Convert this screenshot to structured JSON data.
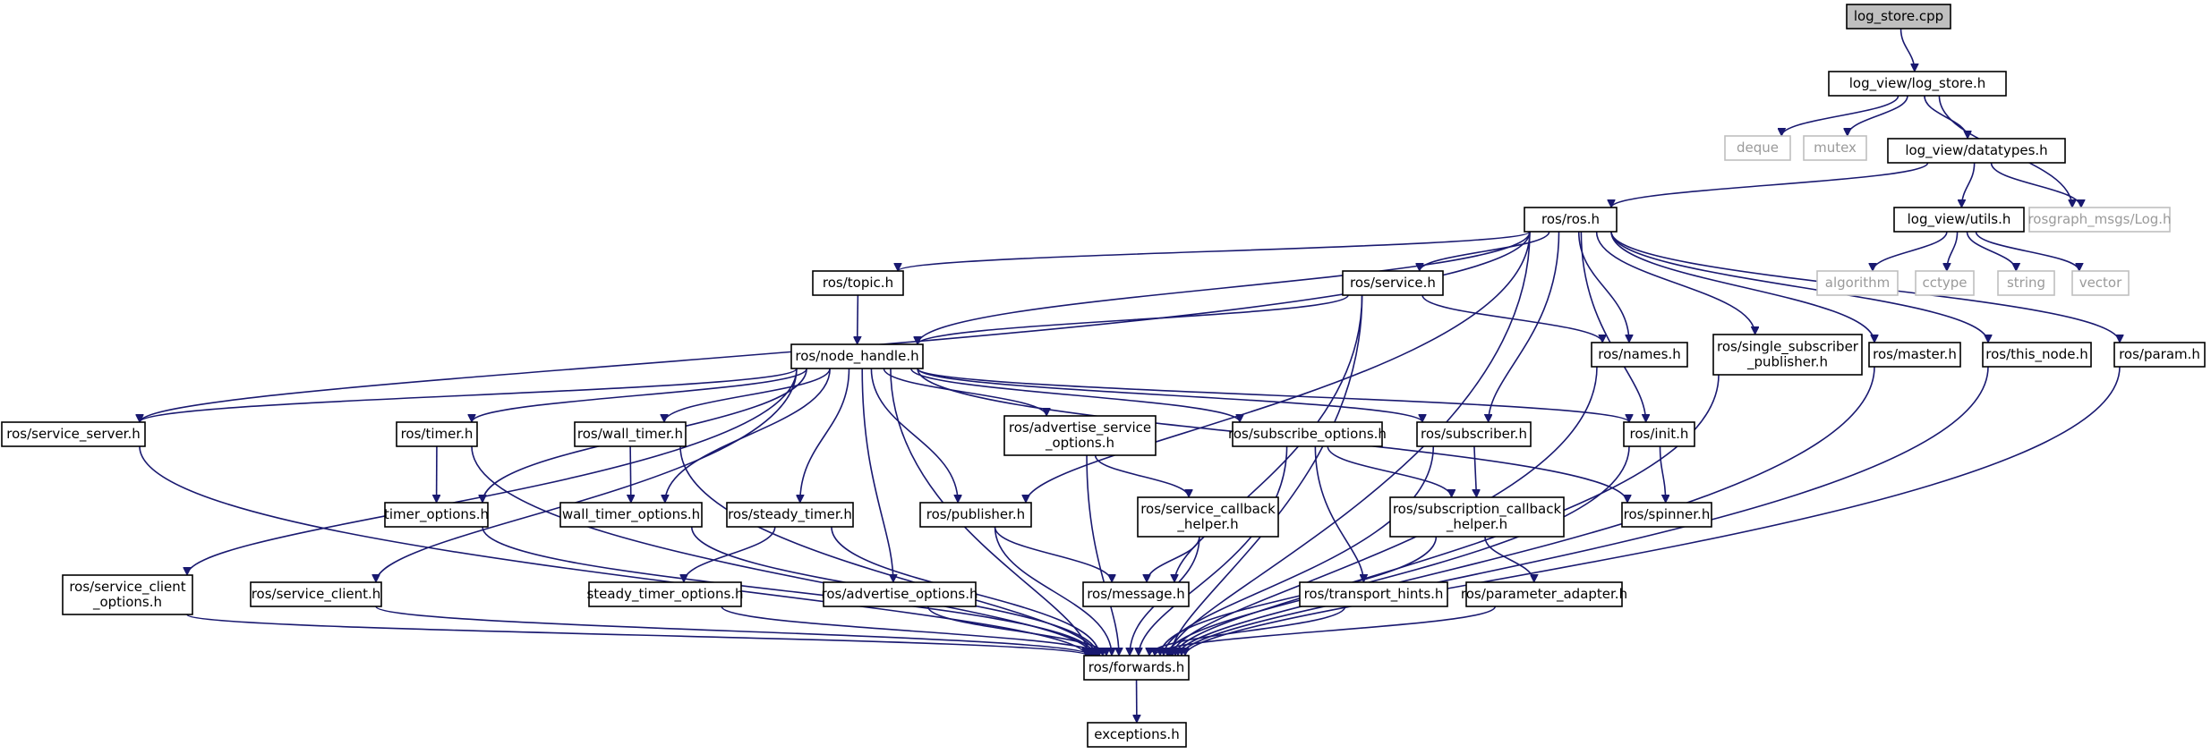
{
  "diagram": {
    "type": "include-dependency-graph",
    "colors": {
      "edge": "#191970",
      "node_border": "#000000",
      "external_border": "#bfbfbf",
      "external_text": "#9a9a9a",
      "root_fill": "#bfbfbf",
      "background": "#ffffff"
    },
    "nodes": [
      {
        "id": "log_store_cpp",
        "lines": [
          "log_store.cpp"
        ],
        "kind": "root"
      },
      {
        "id": "log_store_h",
        "lines": [
          "log_view/log_store.h"
        ],
        "kind": "file"
      },
      {
        "id": "deque",
        "lines": [
          "deque"
        ],
        "kind": "external"
      },
      {
        "id": "mutex",
        "lines": [
          "mutex"
        ],
        "kind": "external"
      },
      {
        "id": "datatypes_h",
        "lines": [
          "log_view/datatypes.h"
        ],
        "kind": "file"
      },
      {
        "id": "log_h",
        "lines": [
          "rosgraph_msgs/Log.h"
        ],
        "kind": "external"
      },
      {
        "id": "ros_h",
        "lines": [
          "ros/ros.h"
        ],
        "kind": "file"
      },
      {
        "id": "utils_h",
        "lines": [
          "log_view/utils.h"
        ],
        "kind": "file"
      },
      {
        "id": "algorithm",
        "lines": [
          "algorithm"
        ],
        "kind": "external"
      },
      {
        "id": "cctype",
        "lines": [
          "cctype"
        ],
        "kind": "external"
      },
      {
        "id": "string",
        "lines": [
          "string"
        ],
        "kind": "external"
      },
      {
        "id": "vector",
        "lines": [
          "vector"
        ],
        "kind": "external"
      },
      {
        "id": "topic_h",
        "lines": [
          "ros/topic.h"
        ],
        "kind": "file"
      },
      {
        "id": "service_h",
        "lines": [
          "ros/service.h"
        ],
        "kind": "file"
      },
      {
        "id": "names_h",
        "lines": [
          "ros/names.h"
        ],
        "kind": "file"
      },
      {
        "id": "single_sub_pub_h",
        "lines": [
          "ros/single_subscriber",
          "_publisher.h"
        ],
        "kind": "file"
      },
      {
        "id": "master_h",
        "lines": [
          "ros/master.h"
        ],
        "kind": "file"
      },
      {
        "id": "this_node_h",
        "lines": [
          "ros/this_node.h"
        ],
        "kind": "file"
      },
      {
        "id": "param_h",
        "lines": [
          "ros/param.h"
        ],
        "kind": "file"
      },
      {
        "id": "node_handle_h",
        "lines": [
          "ros/node_handle.h"
        ],
        "kind": "file"
      },
      {
        "id": "service_server_h",
        "lines": [
          "ros/service_server.h"
        ],
        "kind": "file"
      },
      {
        "id": "timer_h",
        "lines": [
          "ros/timer.h"
        ],
        "kind": "file"
      },
      {
        "id": "wall_timer_h",
        "lines": [
          "ros/wall_timer.h"
        ],
        "kind": "file"
      },
      {
        "id": "adv_service_options_h",
        "lines": [
          "ros/advertise_service",
          "_options.h"
        ],
        "kind": "file"
      },
      {
        "id": "subscribe_options_h",
        "lines": [
          "ros/subscribe_options.h"
        ],
        "kind": "file"
      },
      {
        "id": "subscriber_h",
        "lines": [
          "ros/subscriber.h"
        ],
        "kind": "file"
      },
      {
        "id": "init_h",
        "lines": [
          "ros/init.h"
        ],
        "kind": "file"
      },
      {
        "id": "timer_options_h",
        "lines": [
          "timer_options.h"
        ],
        "kind": "file"
      },
      {
        "id": "wall_timer_options_h",
        "lines": [
          "wall_timer_options.h"
        ],
        "kind": "file"
      },
      {
        "id": "steady_timer_h",
        "lines": [
          "ros/steady_timer.h"
        ],
        "kind": "file"
      },
      {
        "id": "publisher_h",
        "lines": [
          "ros/publisher.h"
        ],
        "kind": "file"
      },
      {
        "id": "service_callback_helper_h",
        "lines": [
          "ros/service_callback",
          "_helper.h"
        ],
        "kind": "file"
      },
      {
        "id": "subscription_callback_helper_h",
        "lines": [
          "ros/subscription_callback",
          "_helper.h"
        ],
        "kind": "file"
      },
      {
        "id": "spinner_h",
        "lines": [
          "ros/spinner.h"
        ],
        "kind": "file"
      },
      {
        "id": "service_client_options_h",
        "lines": [
          "ros/service_client",
          "_options.h"
        ],
        "kind": "file"
      },
      {
        "id": "service_client_h",
        "lines": [
          "ros/service_client.h"
        ],
        "kind": "file"
      },
      {
        "id": "steady_timer_options_h",
        "lines": [
          "steady_timer_options.h"
        ],
        "kind": "file"
      },
      {
        "id": "advertise_options_h",
        "lines": [
          "ros/advertise_options.h"
        ],
        "kind": "file"
      },
      {
        "id": "message_h",
        "lines": [
          "ros/message.h"
        ],
        "kind": "file"
      },
      {
        "id": "transport_hints_h",
        "lines": [
          "ros/transport_hints.h"
        ],
        "kind": "file"
      },
      {
        "id": "parameter_adapter_h",
        "lines": [
          "ros/parameter_adapter.h"
        ],
        "kind": "file"
      },
      {
        "id": "forwards_h",
        "lines": [
          "ros/forwards.h"
        ],
        "kind": "file"
      },
      {
        "id": "exceptions_h",
        "lines": [
          "exceptions.h"
        ],
        "kind": "file"
      }
    ],
    "edges": [
      [
        "log_store_cpp",
        "log_store_h"
      ],
      [
        "log_store_h",
        "deque"
      ],
      [
        "log_store_h",
        "mutex"
      ],
      [
        "log_store_h",
        "datatypes_h"
      ],
      [
        "log_store_h",
        "log_h"
      ],
      [
        "datatypes_h",
        "ros_h"
      ],
      [
        "datatypes_h",
        "utils_h"
      ],
      [
        "datatypes_h",
        "log_h"
      ],
      [
        "utils_h",
        "algorithm"
      ],
      [
        "utils_h",
        "cctype"
      ],
      [
        "utils_h",
        "string"
      ],
      [
        "utils_h",
        "vector"
      ],
      [
        "ros_h",
        "topic_h"
      ],
      [
        "ros_h",
        "node_handle_h"
      ],
      [
        "ros_h",
        "service_server_h"
      ],
      [
        "ros_h",
        "publisher_h"
      ],
      [
        "ros_h",
        "service_h"
      ],
      [
        "ros_h",
        "names_h"
      ],
      [
        "ros_h",
        "subscriber_h"
      ],
      [
        "ros_h",
        "init_h"
      ],
      [
        "ros_h",
        "single_sub_pub_h"
      ],
      [
        "ros_h",
        "master_h"
      ],
      [
        "ros_h",
        "this_node_h"
      ],
      [
        "ros_h",
        "param_h"
      ],
      [
        "ros_h",
        "forwards_h"
      ],
      [
        "topic_h",
        "node_handle_h"
      ],
      [
        "service_h",
        "node_handle_h"
      ],
      [
        "service_h",
        "names_h"
      ],
      [
        "service_h",
        "message_h"
      ],
      [
        "service_h",
        "forwards_h"
      ],
      [
        "node_handle_h",
        "service_server_h"
      ],
      [
        "node_handle_h",
        "service_client_options_h"
      ],
      [
        "node_handle_h",
        "forwards_h"
      ],
      [
        "node_handle_h",
        "service_client_h"
      ],
      [
        "node_handle_h",
        "timer_h"
      ],
      [
        "node_handle_h",
        "timer_options_h"
      ],
      [
        "node_handle_h",
        "wall_timer_h"
      ],
      [
        "node_handle_h",
        "wall_timer_options_h"
      ],
      [
        "node_handle_h",
        "steady_timer_h"
      ],
      [
        "node_handle_h",
        "advertise_options_h"
      ],
      [
        "node_handle_h",
        "publisher_h"
      ],
      [
        "node_handle_h",
        "adv_service_options_h"
      ],
      [
        "node_handle_h",
        "subscribe_options_h"
      ],
      [
        "node_handle_h",
        "subscriber_h"
      ],
      [
        "node_handle_h",
        "init_h"
      ],
      [
        "node_handle_h",
        "spinner_h"
      ],
      [
        "names_h",
        "forwards_h"
      ],
      [
        "single_sub_pub_h",
        "forwards_h"
      ],
      [
        "master_h",
        "forwards_h"
      ],
      [
        "this_node_h",
        "forwards_h"
      ],
      [
        "param_h",
        "forwards_h"
      ],
      [
        "service_server_h",
        "forwards_h"
      ],
      [
        "timer_h",
        "timer_options_h"
      ],
      [
        "timer_h",
        "forwards_h"
      ],
      [
        "wall_timer_h",
        "wall_timer_options_h"
      ],
      [
        "wall_timer_h",
        "forwards_h"
      ],
      [
        "adv_service_options_h",
        "service_callback_helper_h"
      ],
      [
        "adv_service_options_h",
        "forwards_h"
      ],
      [
        "subscribe_options_h",
        "subscription_callback_helper_h"
      ],
      [
        "subscribe_options_h",
        "transport_hints_h"
      ],
      [
        "subscribe_options_h",
        "forwards_h"
      ],
      [
        "subscriber_h",
        "subscription_callback_helper_h"
      ],
      [
        "subscriber_h",
        "forwards_h"
      ],
      [
        "init_h",
        "spinner_h"
      ],
      [
        "init_h",
        "forwards_h"
      ],
      [
        "timer_options_h",
        "forwards_h"
      ],
      [
        "wall_timer_options_h",
        "forwards_h"
      ],
      [
        "steady_timer_h",
        "steady_timer_options_h"
      ],
      [
        "steady_timer_h",
        "forwards_h"
      ],
      [
        "publisher_h",
        "message_h"
      ],
      [
        "publisher_h",
        "forwards_h"
      ],
      [
        "service_callback_helper_h",
        "message_h"
      ],
      [
        "service_callback_helper_h",
        "forwards_h"
      ],
      [
        "subscription_callback_helper_h",
        "parameter_adapter_h"
      ],
      [
        "subscription_callback_helper_h",
        "forwards_h"
      ],
      [
        "service_client_options_h",
        "forwards_h"
      ],
      [
        "service_client_h",
        "forwards_h"
      ],
      [
        "steady_timer_options_h",
        "forwards_h"
      ],
      [
        "advertise_options_h",
        "forwards_h"
      ],
      [
        "transport_hints_h",
        "forwards_h"
      ],
      [
        "parameter_adapter_h",
        "forwards_h"
      ],
      [
        "forwards_h",
        "exceptions_h"
      ]
    ]
  }
}
